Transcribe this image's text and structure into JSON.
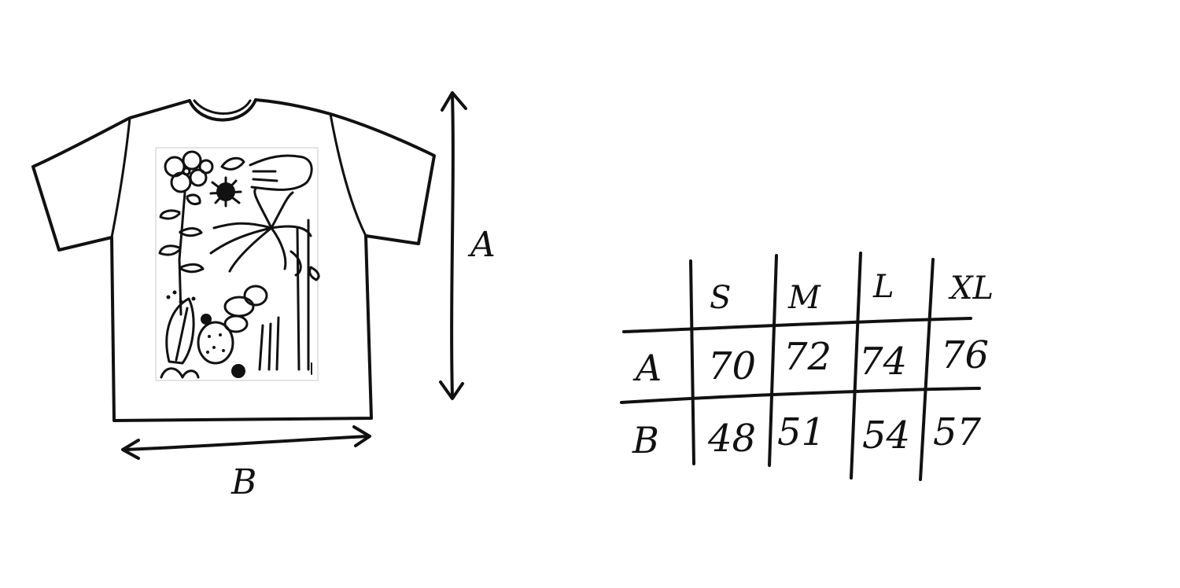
{
  "diagram": {
    "height_label": "A",
    "width_label": "B"
  },
  "size_table": {
    "sizes": [
      "S",
      "M",
      "L",
      "XL"
    ],
    "rows": [
      {
        "label": "A",
        "values": [
          "70",
          "72",
          "74",
          "76"
        ]
      },
      {
        "label": "B",
        "values": [
          "48",
          "51",
          "54",
          "57"
        ]
      }
    ]
  }
}
